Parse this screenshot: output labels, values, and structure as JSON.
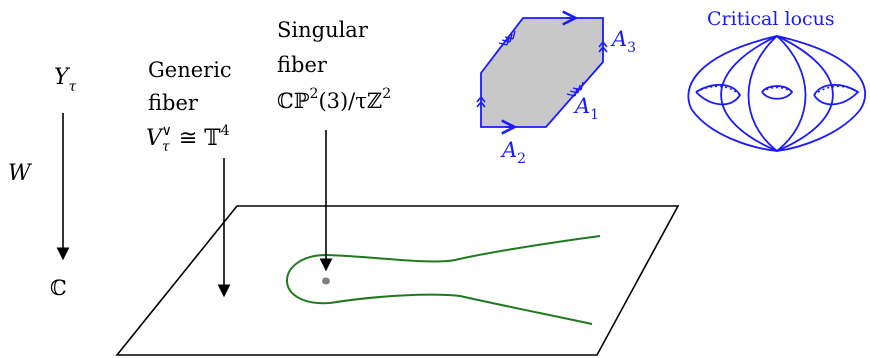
{
  "colors": {
    "text": "#000000",
    "curve": "#1f7a1f",
    "accent": "#1a1aff",
    "hexagon_fill": "#c8c8c8",
    "singular_point": "#808080"
  },
  "left_labels": {
    "total_space": "Y",
    "total_space_subscript": "τ",
    "map": "W",
    "base": "ℂ"
  },
  "generic_fiber": {
    "line1": "Generic",
    "line2": "fiber",
    "formula": "V",
    "formula_sub": "τ",
    "formula_sup": "∨",
    "formula_rest": " ≅ 𝕋",
    "formula_rest_sup": "4"
  },
  "singular_fiber": {
    "line1": "Singular",
    "line2": "fiber",
    "formula_a": "ℂℙ",
    "formula_a_sup": "2",
    "formula_b": "(3)/τℤ",
    "formula_b_sup": "2"
  },
  "hexagon": {
    "labels": [
      {
        "letter": "A",
        "index": "1"
      },
      {
        "letter": "A",
        "index": "2"
      },
      {
        "letter": "A",
        "index": "3"
      }
    ]
  },
  "critical_locus": {
    "title": "Critical locus"
  }
}
